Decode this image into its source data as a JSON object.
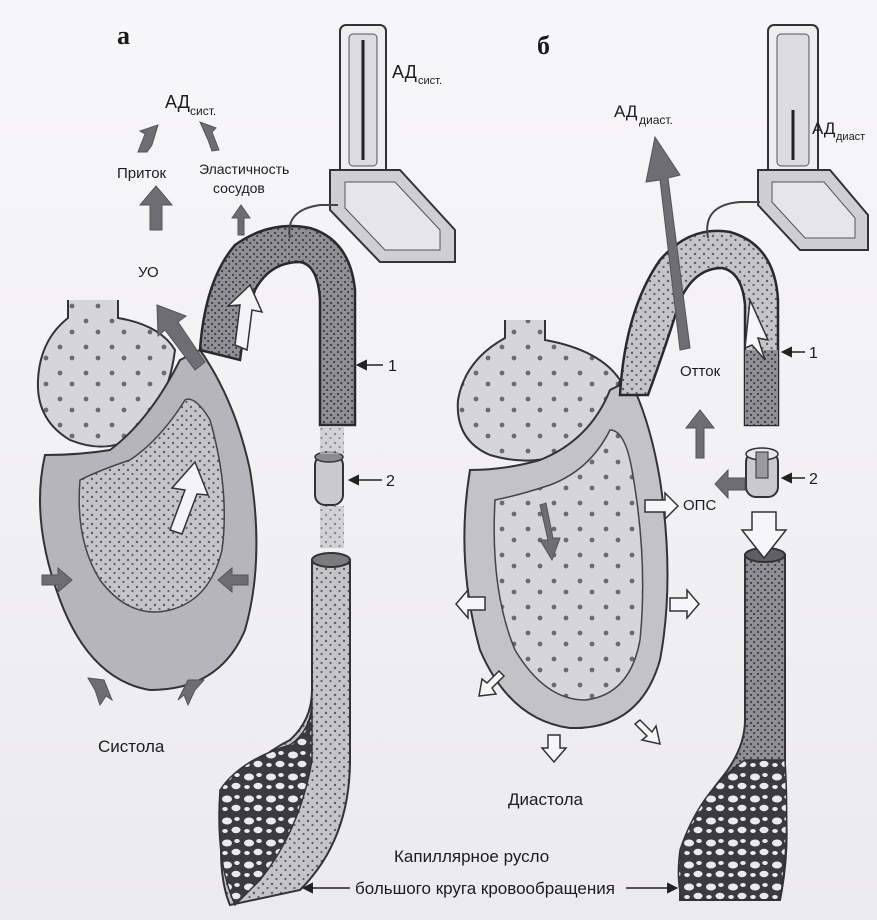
{
  "panels": {
    "a": {
      "letter": "а",
      "bp_label": "АД",
      "bp_sub": "сист.",
      "inflow": "Приток",
      "elasticity_1": "Эластичность",
      "elasticity_2": "сосудов",
      "stroke_volume": "УО",
      "gauge_label": "АД",
      "gauge_sub": "сист.",
      "marker_1": "1",
      "marker_2": "2",
      "phase": "Систола"
    },
    "b": {
      "letter": "б",
      "bp_label": "АД",
      "bp_sub": "диаст.",
      "gauge_label": "АД",
      "gauge_sub": "диаст",
      "outflow": "Отток",
      "resistance": "ОПС",
      "marker_1": "1",
      "marker_2": "2",
      "phase": "Диастола"
    }
  },
  "capillary": {
    "line1": "Капиллярное русло",
    "line2": "большого круга кровообращения"
  },
  "colors": {
    "ink": "#1c1c1f",
    "blood": "#8e8e94",
    "wall": "#b9b9bf",
    "arrow": "#6f6f75"
  }
}
